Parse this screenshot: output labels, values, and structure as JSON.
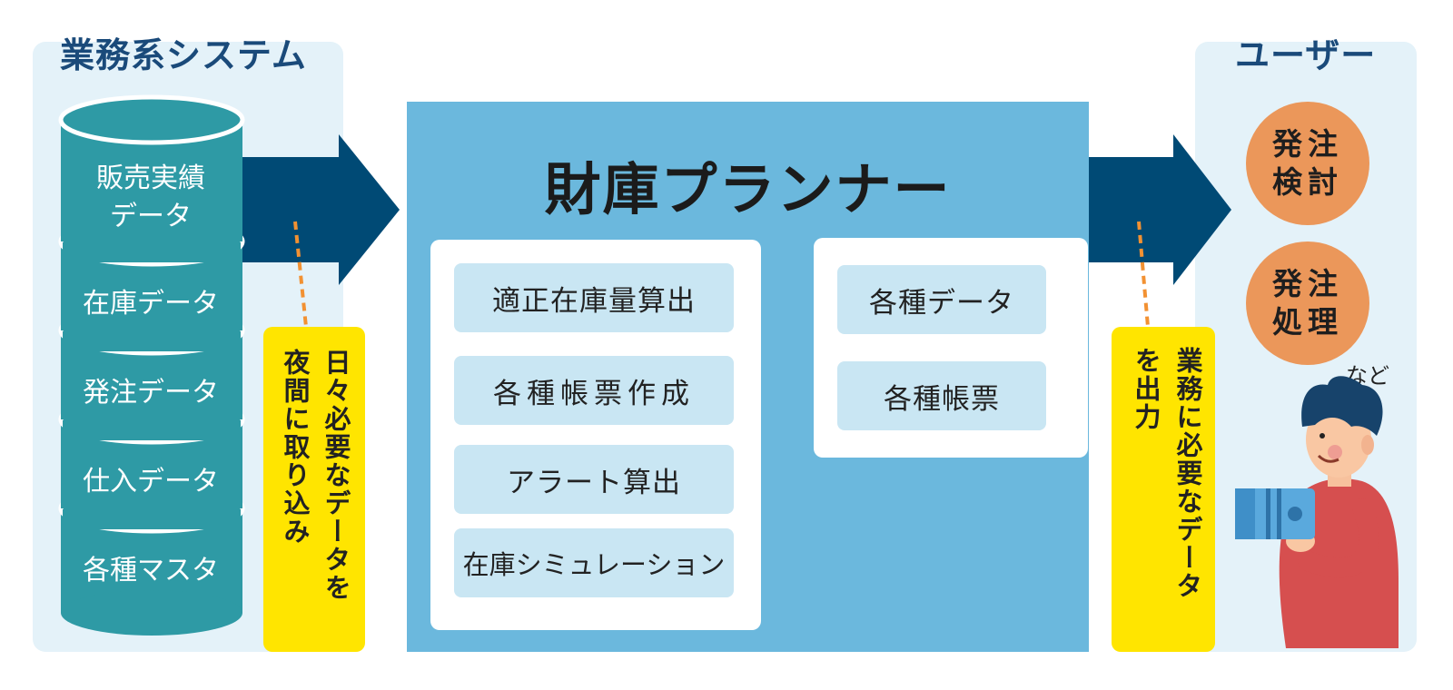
{
  "left_section": {
    "heading": "業務系システム",
    "cylinder": [
      "販売実績\nデータ",
      "在庫データ",
      "発注データ",
      "仕入データ",
      "各種マスタ"
    ]
  },
  "input_note": {
    "col1": "日々必要なデータを",
    "col2": "夜間に取り込み"
  },
  "planner": {
    "title": "財庫プランナー",
    "functions": [
      "適正在庫量算出",
      "各種帳票作成",
      "アラート算出",
      "在庫シミュレーション"
    ],
    "outputs": [
      "各種データ",
      "各種帳票"
    ]
  },
  "output_note": {
    "col1": "業務に必要なデータ",
    "col2": "を出力"
  },
  "right_section": {
    "heading": "ユーザー",
    "actions": [
      [
        "発注",
        "検討"
      ],
      [
        "発注",
        "処理"
      ]
    ],
    "etc": "など"
  },
  "colors": {
    "panel_bg": "#e4f2f9",
    "cylinder": "#2e9aa5",
    "arrow": "#004a75",
    "main_box": "#6bb8dd",
    "chip": "#c9e6f3",
    "note_bg": "#ffe500",
    "circle": "#eb975a",
    "dash": "#f29132"
  }
}
